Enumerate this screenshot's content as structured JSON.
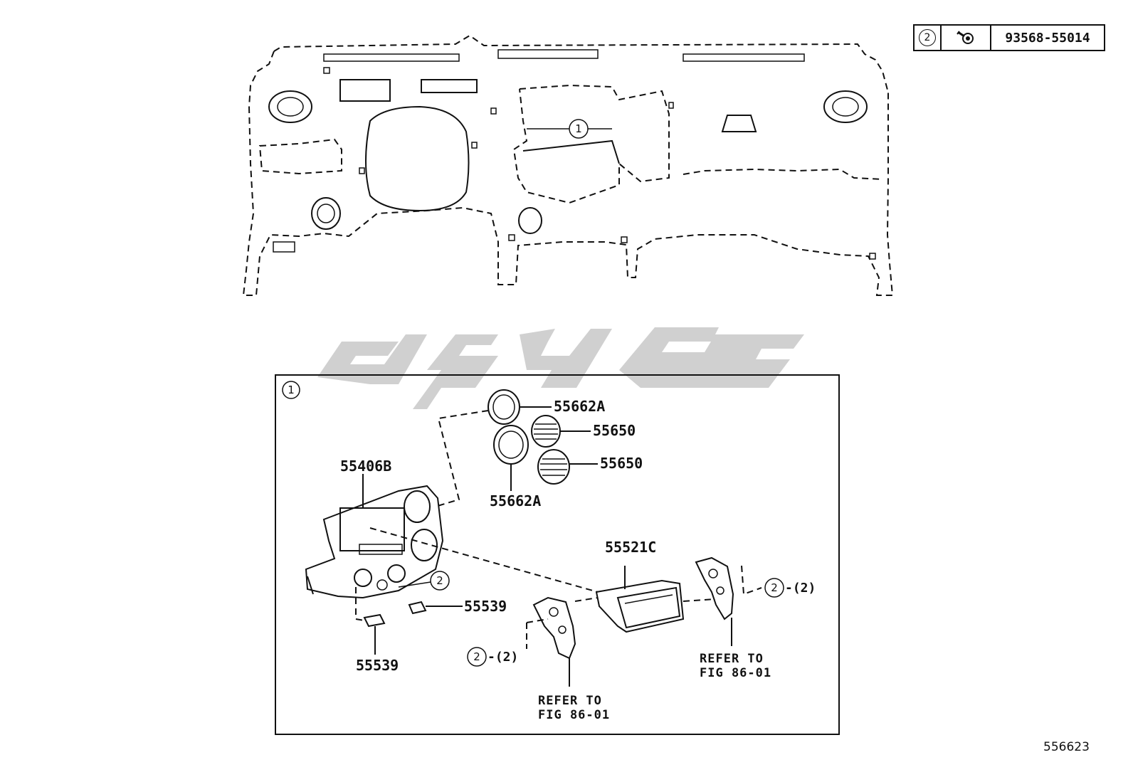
{
  "legend": {
    "callout": "2",
    "icon": "bolt-icon",
    "part_number": "93568-55014"
  },
  "callout_main": "1",
  "box_callout": "1",
  "parts": {
    "ring_upper": "55662A",
    "ring_lower": "55662A",
    "vent_upper": "55650",
    "vent_lower": "55650",
    "panel": "55406B",
    "pocket": "55521C",
    "knob_right": "55539",
    "knob_left": "55539"
  },
  "screw_callouts": {
    "panel_screw": "2",
    "left_bracket": "2",
    "left_bracket_qty": "-(2)",
    "right_bracket": "2",
    "right_bracket_qty": "-(2)"
  },
  "references": {
    "left_line1": "REFER TO",
    "left_line2": "FIG 86-01",
    "right_line1": "REFER TO",
    "right_line2": "FIG 86-01"
  },
  "diagram_id": "556623",
  "colors": {
    "ink": "#111111",
    "watermark": "#c8c8c8"
  }
}
